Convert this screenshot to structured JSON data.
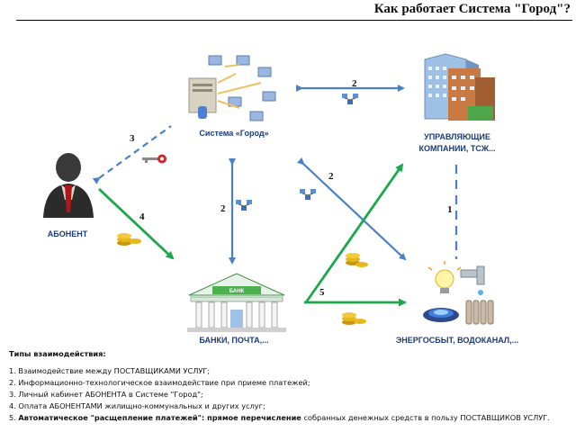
{
  "header": {
    "title": "Как работает Система \"Город\"?"
  },
  "nodes": {
    "system": "Система «Город»",
    "management_line1": "УПРАВЛЯЮЩИЕ",
    "management_line2": "КОМПАНИИ, ТСЖ...",
    "subscriber": "АБОНЕНТ",
    "banks": "БАНКИ, ПОЧТА,...",
    "energy": "ЭНЕРГОСБЫТ, ВОДОКАНАЛ,..."
  },
  "arrow_labels": {
    "a1": "1",
    "a2_top": "2",
    "a2_vertical": "2",
    "a2_cross": "2",
    "a3": "3",
    "a4": "4",
    "a5": "5"
  },
  "bank_sign": "БАНК",
  "legend": {
    "title": "Типы взаимодействия:",
    "items": [
      "1. Взаимодействие между ПОСТАВЩИКАМИ УСЛУГ;",
      "2. Информационно-технологическое взаимодействие при приеме платежей;",
      "3. Личный кабинет АБОНЕНТА в Системе \"Город\";",
      "4. Оплата АБОНЕНТАМИ жилищно-коммунальных и других услуг;"
    ],
    "item5_prefix": "5. ",
    "item5_bold1": "Автоматическое \"расщепление платежей\": прямое перечисление",
    "item5_rest": " собранных денежных средств в пользу ПОСТАВЩИКОВ УСЛУГ."
  },
  "colors": {
    "blue_arrow": "#4a80c4",
    "green_arrow": "#1aa84a",
    "label_blue": "#1b3b7a",
    "coin": "#e8b81a"
  }
}
